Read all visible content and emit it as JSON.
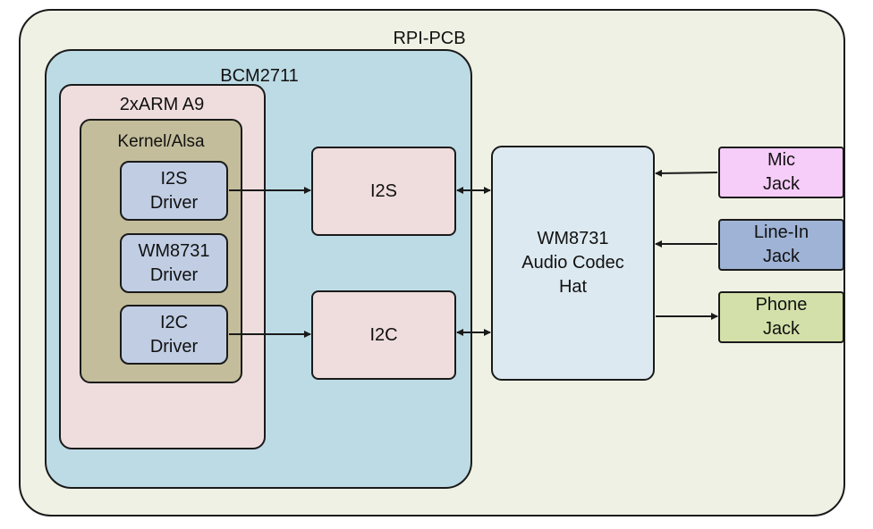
{
  "colors": {
    "rpi_pcb": "#eff1e4",
    "bcm": "#bddbe5",
    "arm": "#efdddd",
    "kernel": "#c3bd9b",
    "driver": "#c0cde3",
    "periph": "#efdcdc",
    "codec": "#dde9f0",
    "mic": "#f6ccf8",
    "linein": "#9fb3d6",
    "phone": "#d3e0a9",
    "stroke": "#1a1a1a"
  },
  "containers": {
    "rpi_pcb": "RPI-PCB",
    "bcm": "BCM2711",
    "arm": "2xARM A9",
    "kernel": "Kernel/Alsa"
  },
  "drivers": {
    "i2s": "I2S\nDriver",
    "wm8731": "WM8731\nDriver",
    "i2c": "I2C\nDriver"
  },
  "peripherals": {
    "i2s": "I2S",
    "i2c": "I2C"
  },
  "codec": "WM8731\nAudio Codec\nHat",
  "jacks": {
    "mic": "Mic\nJack",
    "linein": "Line-In\nJack",
    "phone": "Phone\nJack"
  }
}
